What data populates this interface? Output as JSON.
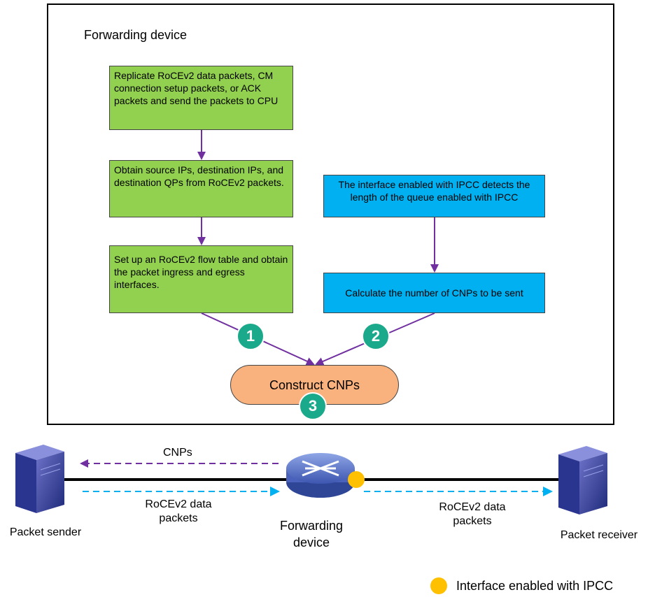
{
  "frame": {
    "title": "Forwarding device"
  },
  "steps": {
    "replicate": "Replicate RoCEv2 data packets, CM connection setup packets, or ACK packets and send the packets to CPU",
    "obtain": "Obtain source IPs, destination IPs, and destination QPs from RoCEv2 packets.",
    "flow_table": "Set up an RoCEv2 flow table and obtain the packet ingress and egress interfaces.",
    "detect": "The interface enabled with IPCC detects the length of the queue enabled with IPCC",
    "calculate": "Calculate the number of CNPs to be sent",
    "construct": "Construct CNPs"
  },
  "badges": [
    "1",
    "2",
    "3"
  ],
  "network": {
    "cnps_label": "CNPs",
    "data_label_left": "RoCEv2 data packets",
    "data_label_right": "RoCEv2 data packets",
    "sender": "Packet sender",
    "forwarding": "Forwarding device",
    "receiver": "Packet receiver"
  },
  "legend": {
    "text": "Interface enabled with IPCC"
  },
  "colors": {
    "green_step": "#92d050",
    "blue_step": "#00b0f0",
    "construct": "#f9b27e",
    "badge": "#1aa98a",
    "arrow": "#7030a0",
    "cnp_arrow": "#7030a0",
    "data_arrow": "#00b0f0",
    "ipcc_dot": "#ffc000"
  }
}
